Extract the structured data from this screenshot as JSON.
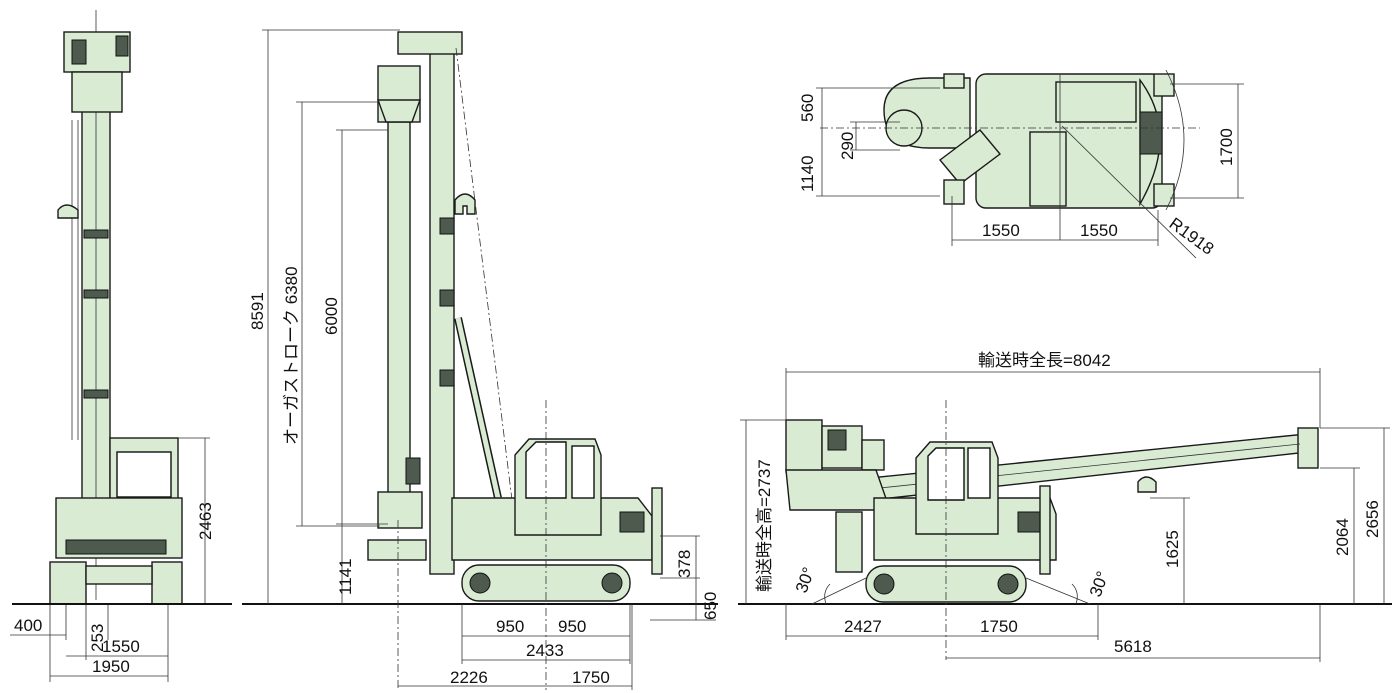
{
  "front_view": {
    "dims": {
      "height": "2463",
      "offset": "253",
      "left": "400",
      "track": "1550",
      "width": "1950"
    }
  },
  "side_view": {
    "dims": {
      "total_height": "8591",
      "auger_stroke": "オーガストローク 6380",
      "stroke_6000": "6000",
      "low_1141": "1141",
      "h378": "378",
      "h650": "650",
      "t950a": "950",
      "t950b": "950",
      "t2433": "2433",
      "t2226": "2226",
      "t1750": "1750"
    }
  },
  "top_view": {
    "dims": {
      "d560": "560",
      "d290": "290",
      "d1140": "1140",
      "d1700": "1700",
      "d1550a": "1550",
      "d1550b": "1550",
      "radius": "R1918"
    }
  },
  "transport_view": {
    "dims": {
      "total_length": "輸送時全長=8042",
      "total_height": "輸送時全高=2737",
      "h1625": "1625",
      "h2064": "2064",
      "h2656": "2656",
      "l2427": "2427",
      "l1750": "1750",
      "l5618": "5618",
      "angle_left": "30°",
      "angle_right": "30°"
    }
  },
  "colors": {
    "body": "#d9ecd3",
    "line": "#1a1a1a",
    "dark": "#4d5a4d"
  }
}
